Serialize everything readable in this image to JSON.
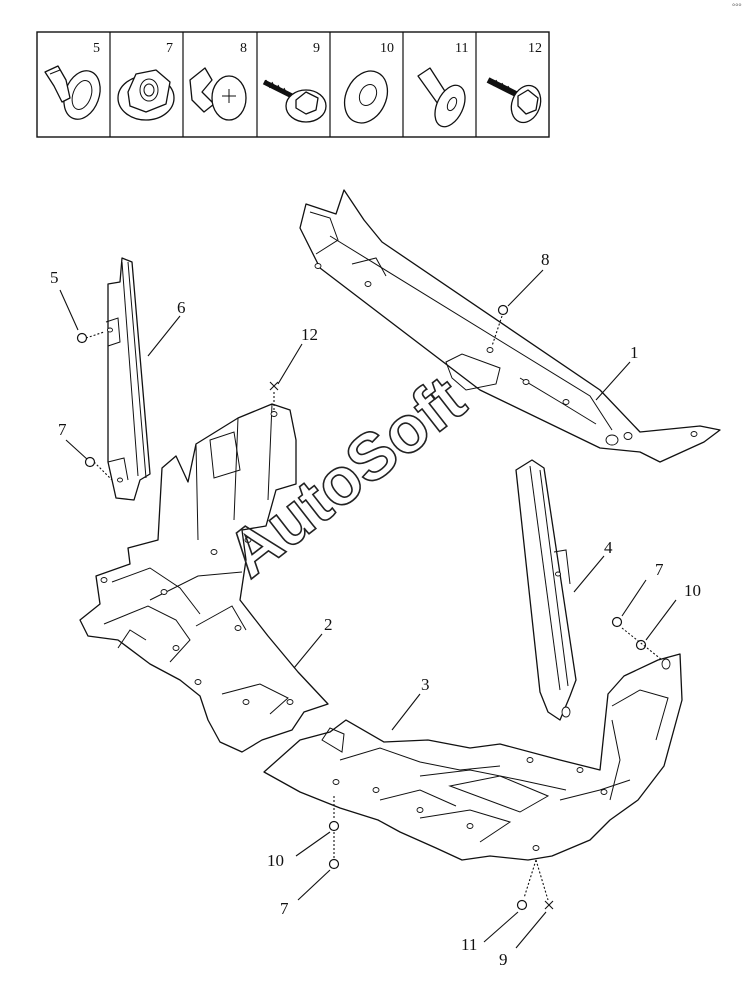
{
  "fastener_legend": [
    {
      "number": "5",
      "icon": "push-rivet-icon"
    },
    {
      "number": "7",
      "icon": "flange-nut-icon"
    },
    {
      "number": "8",
      "icon": "plastic-clip-icon"
    },
    {
      "number": "9",
      "icon": "flange-screw-icon"
    },
    {
      "number": "10",
      "icon": "washer-icon"
    },
    {
      "number": "11",
      "icon": "push-pin-icon"
    },
    {
      "number": "12",
      "icon": "flange-bolt-icon"
    }
  ],
  "callouts": {
    "c1": "1",
    "c2": "2",
    "c3": "3",
    "c4": "4",
    "c5": "5",
    "c6": "6",
    "c7a": "7",
    "c7b": "7",
    "c7c": "7",
    "c8": "8",
    "c9": "9",
    "c10a": "10",
    "c10b": "10",
    "c11": "11",
    "c12": "12"
  },
  "watermark": "AutoSoft",
  "corner_mark": "°°°"
}
